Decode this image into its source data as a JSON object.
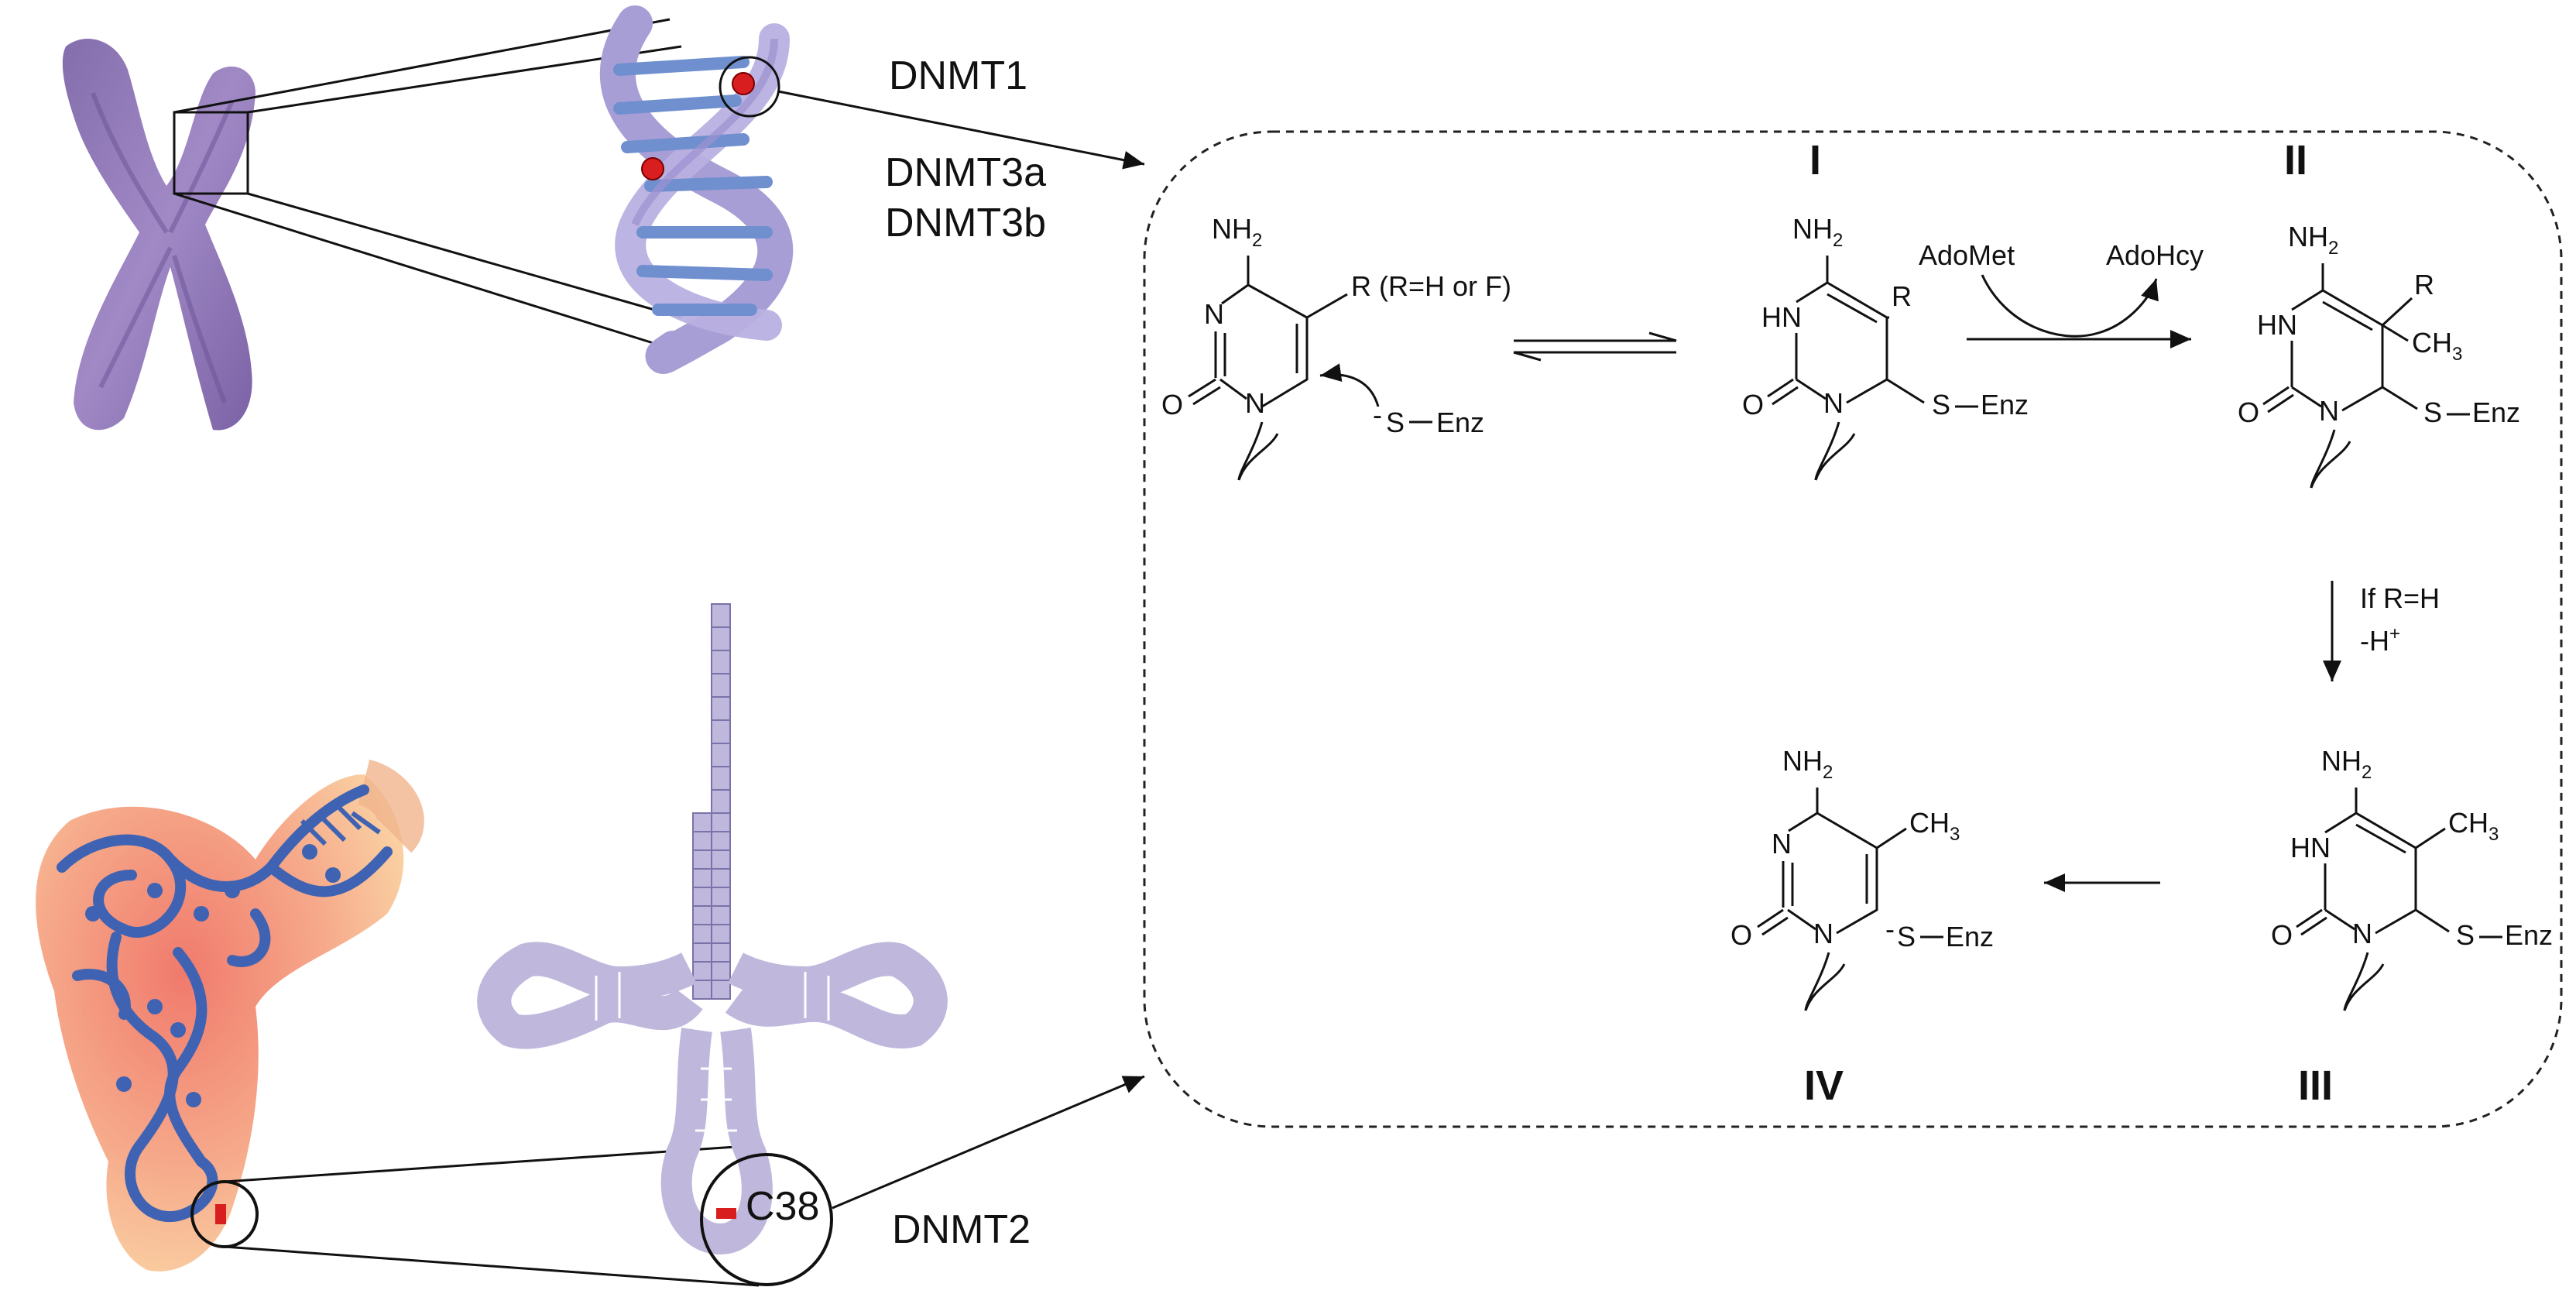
{
  "enzymes": {
    "dnmt1": "DNMT1",
    "dnmt3a": "DNMT3a",
    "dnmt3b": "DNMT3b",
    "dnmt2": "DNMT2"
  },
  "trna_site": "C38",
  "steps": {
    "i": "I",
    "ii": "II",
    "iii": "III",
    "iv": "IV"
  },
  "chem": {
    "nh2": "NH",
    "two": "2",
    "n": "N",
    "hn": "HN",
    "o": "O",
    "r": "R",
    "r_note": "R (R=H or F)",
    "s_enz": "S",
    "enz": "Enz",
    "neg_charge": "-",
    "ch3": "CH",
    "three": "3",
    "adomet": "AdoMet",
    "adohcy": "AdoHcy",
    "if_rh": "If R=H",
    "minus_h": "-H",
    "plus": "+"
  },
  "colors": {
    "chromosome": "#8e76b4",
    "dna_ribbon": "#a89ed6",
    "dna_bases": "#6f8fcf",
    "rna_strand": "#3f63b2",
    "rna_glow": "#f3a07a",
    "trna": "#bfb8dc",
    "marker": "#d81e1e"
  }
}
